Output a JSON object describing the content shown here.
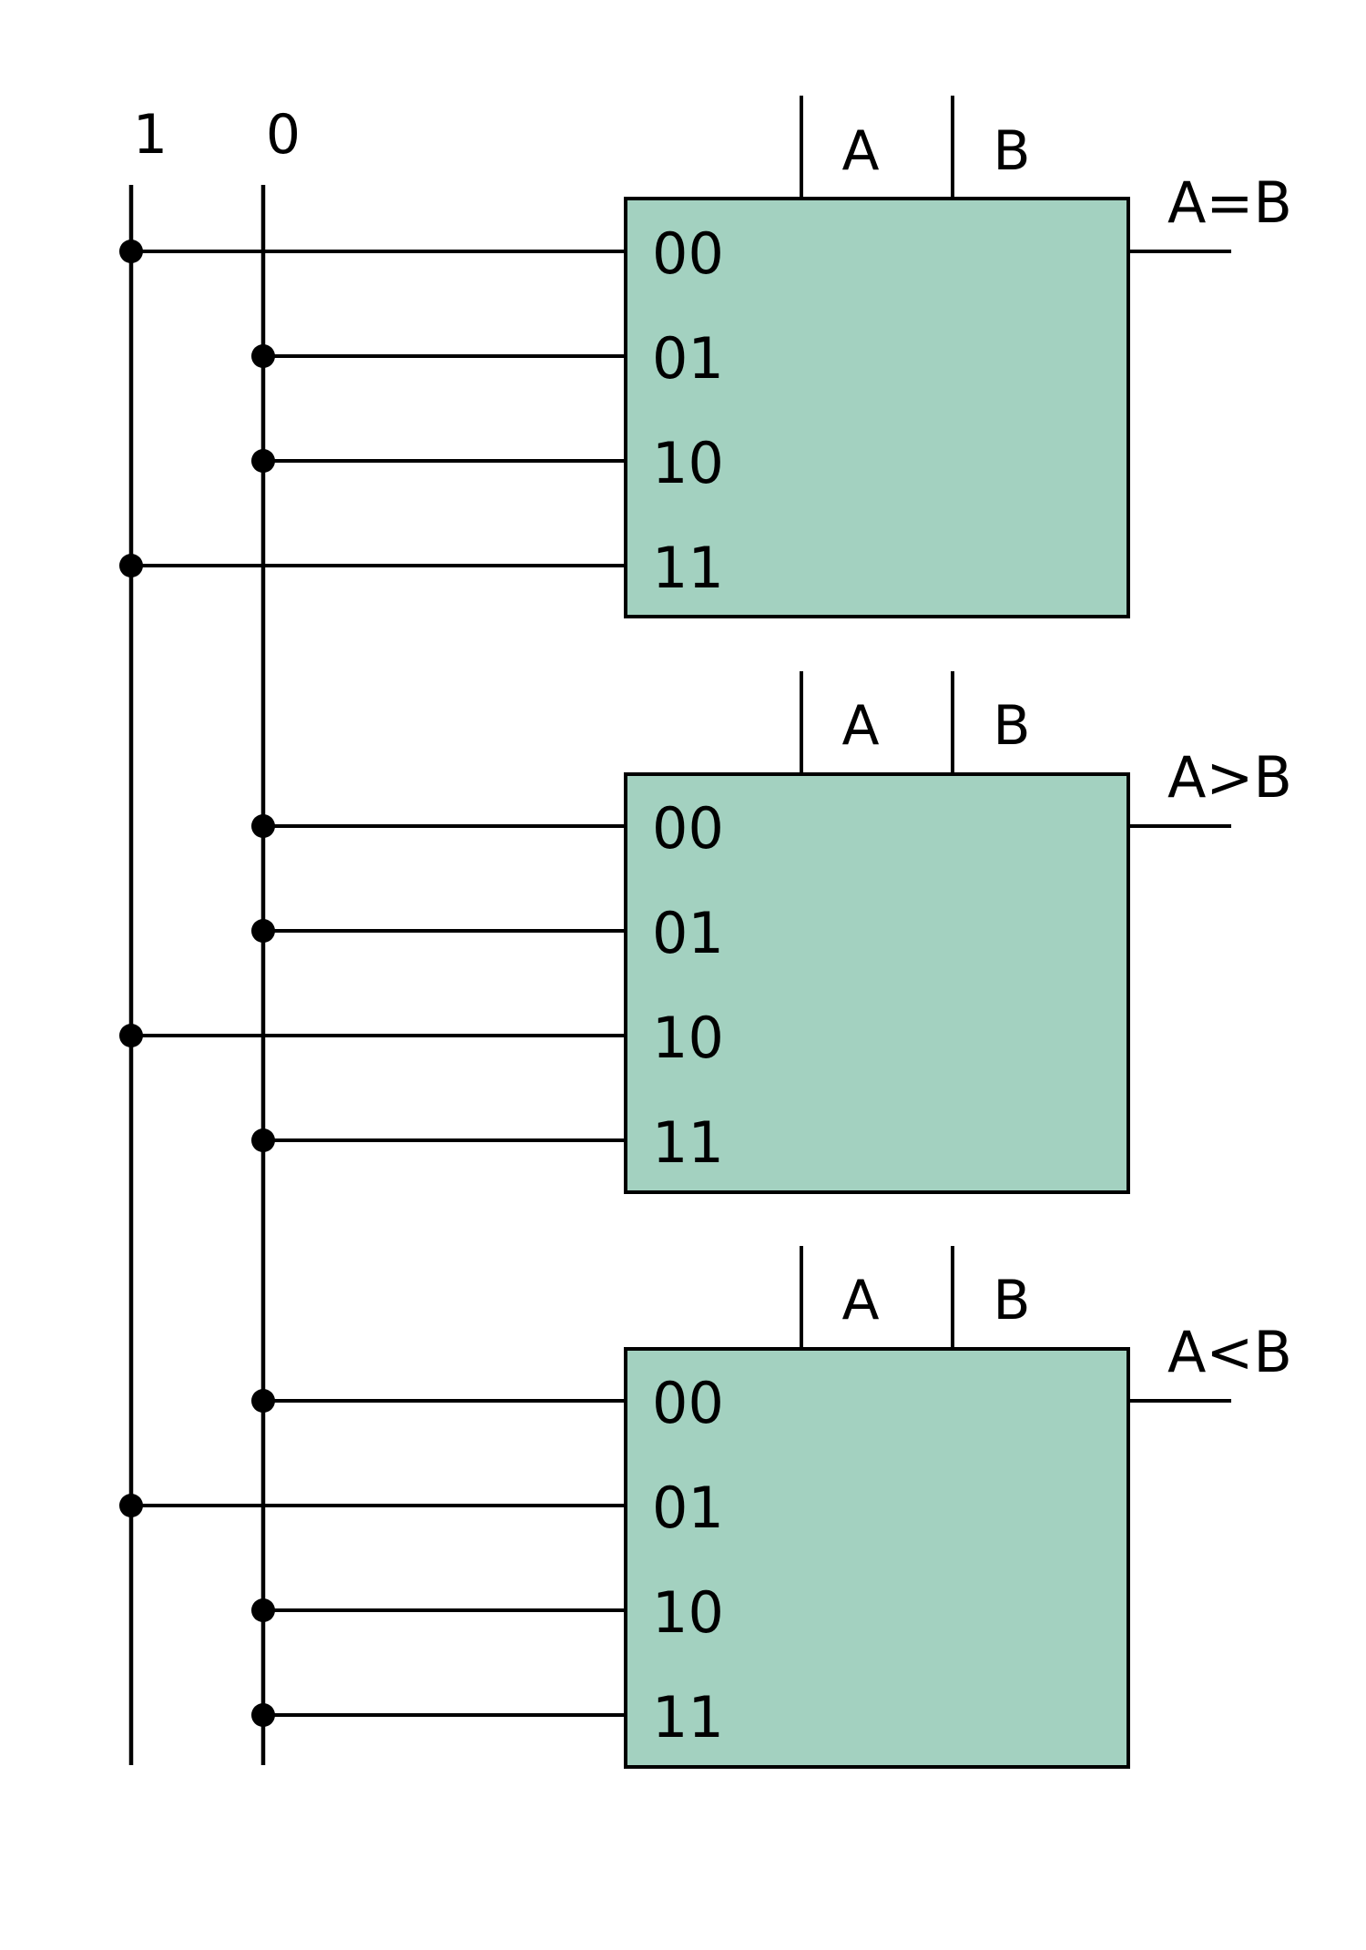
{
  "rails": [
    {
      "label": "1"
    },
    {
      "label": "0"
    }
  ],
  "colors": {
    "block_fill": "#a3d1c0",
    "line": "#000000",
    "background": "#ffffff"
  },
  "blocks": [
    {
      "input_a_label": "A",
      "input_b_label": "B",
      "output_label": "A=B",
      "inputs": [
        {
          "label": "00",
          "source": "1"
        },
        {
          "label": "01",
          "source": "0"
        },
        {
          "label": "10",
          "source": "0"
        },
        {
          "label": "11",
          "source": "1"
        }
      ]
    },
    {
      "input_a_label": "A",
      "input_b_label": "B",
      "output_label": "A>B",
      "inputs": [
        {
          "label": "00",
          "source": "0"
        },
        {
          "label": "01",
          "source": "0"
        },
        {
          "label": "10",
          "source": "1"
        },
        {
          "label": "11",
          "source": "0"
        }
      ]
    },
    {
      "input_a_label": "A",
      "input_b_label": "B",
      "output_label": "A<B",
      "inputs": [
        {
          "label": "00",
          "source": "0"
        },
        {
          "label": "01",
          "source": "1"
        },
        {
          "label": "10",
          "source": "0"
        },
        {
          "label": "11",
          "source": "0"
        }
      ]
    }
  ]
}
